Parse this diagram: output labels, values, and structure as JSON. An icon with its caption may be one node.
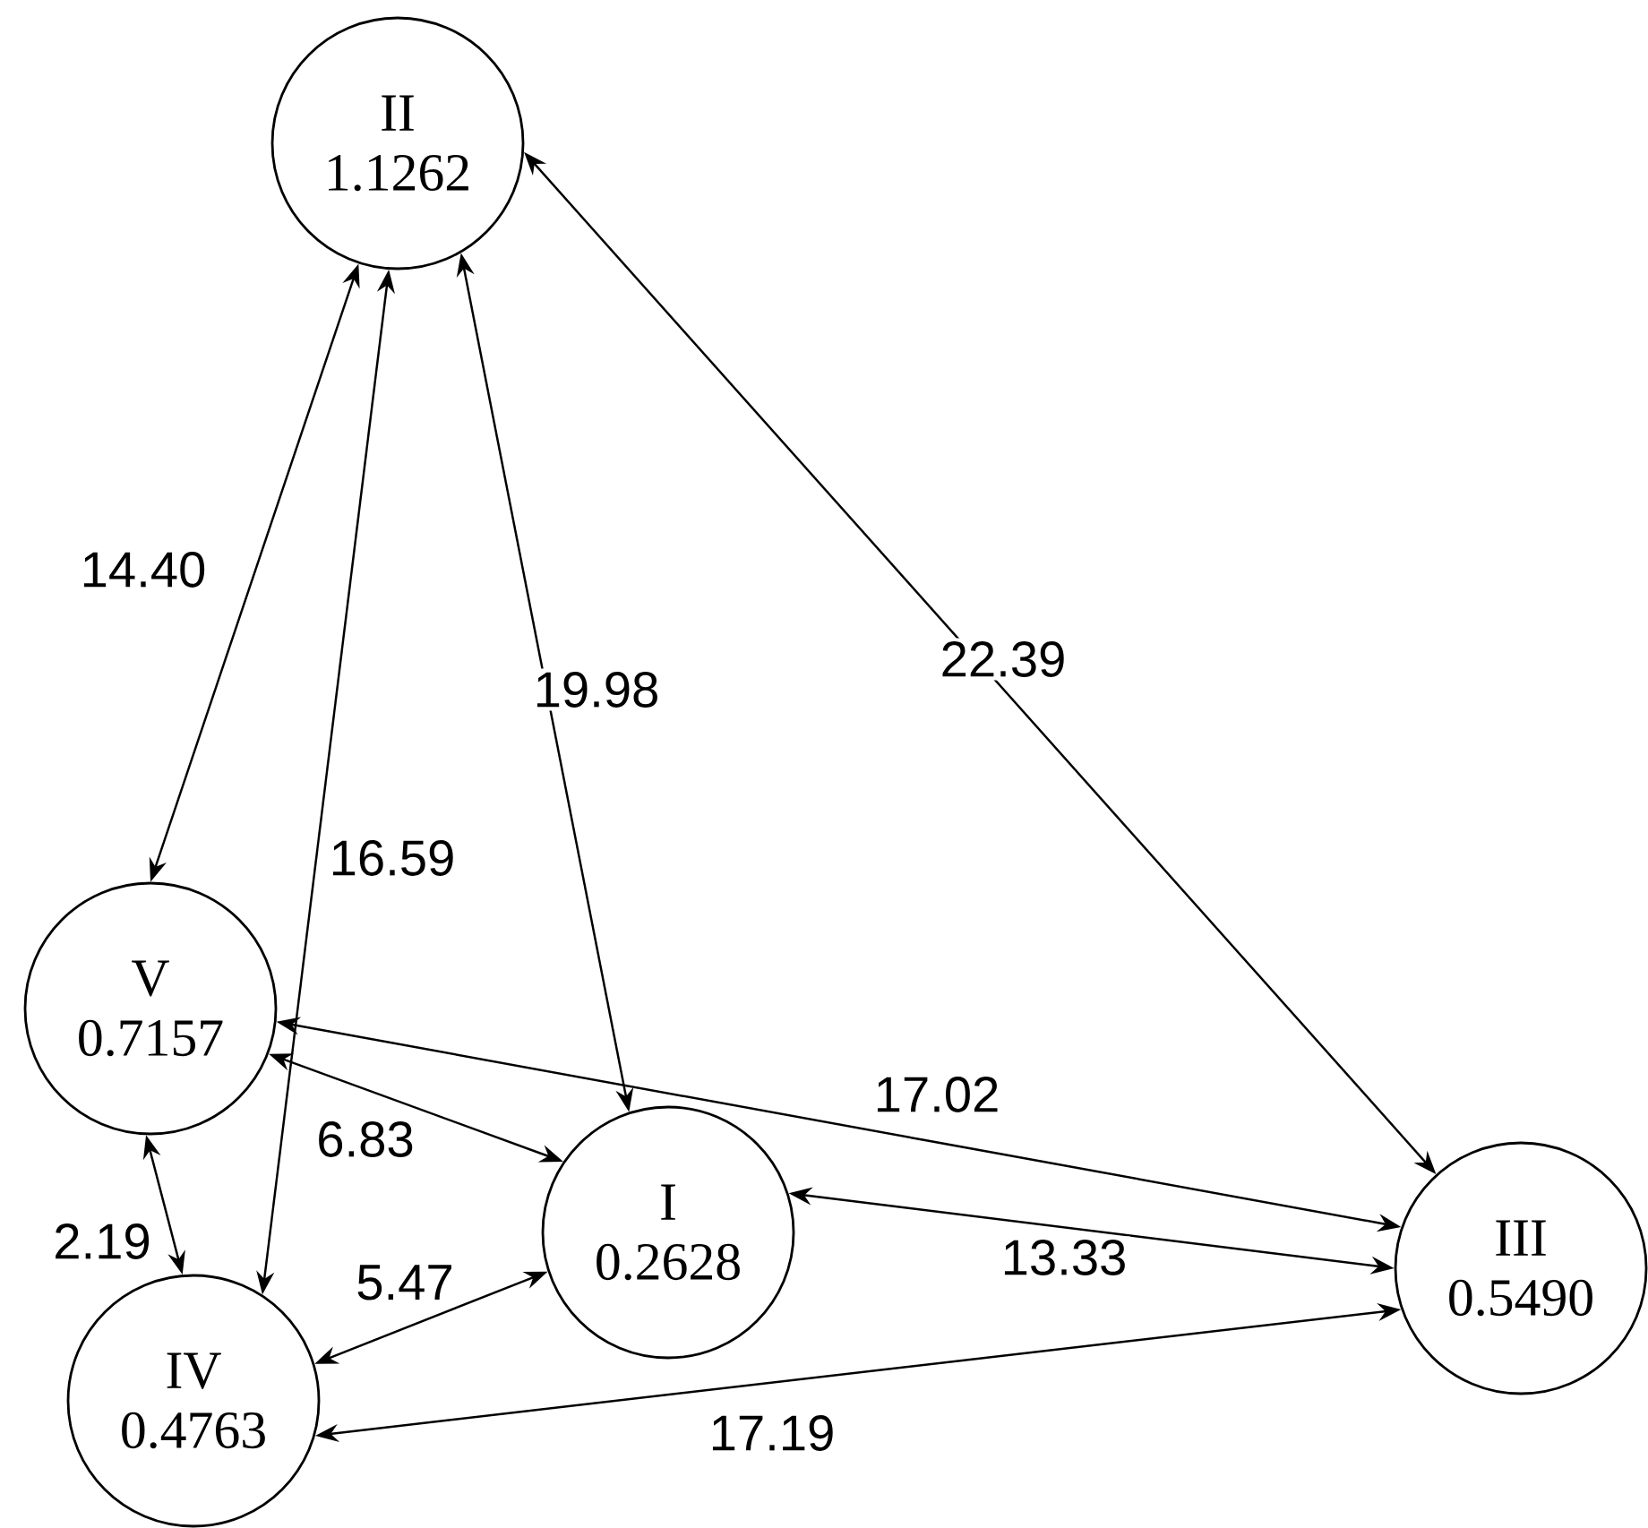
{
  "diagram": {
    "nodes": [
      {
        "text": [
          "II",
          "1.1262"
        ]
      },
      {
        "text": [
          "V",
          "0.7157"
        ]
      },
      {
        "text": [
          "I",
          "0.2628"
        ]
      },
      {
        "text": [
          "IV",
          "0.4763"
        ]
      },
      {
        "text": [
          "III",
          "0.5490"
        ]
      }
    ],
    "edges": [
      {
        "from": 0,
        "to": 1,
        "arrow": "both",
        "label": "14.40"
      },
      {
        "from": 0,
        "to": 3,
        "arrow": "both",
        "label": "16.59"
      },
      {
        "from": 0,
        "to": 2,
        "arrow": "both",
        "label": "19.98"
      },
      {
        "from": 0,
        "to": 4,
        "arrow": "both",
        "label": "22.39"
      },
      {
        "from": 1,
        "to": 4,
        "arrow": "both",
        "label": "17.02"
      },
      {
        "from": 1,
        "to": 2,
        "arrow": "both",
        "label": "6.83"
      },
      {
        "from": 1,
        "to": 3,
        "arrow": "both",
        "label": "2.19"
      },
      {
        "from": 3,
        "to": 2,
        "arrow": "both",
        "label": "5.47"
      },
      {
        "from": 2,
        "to": 4,
        "arrow": "both",
        "label": "13.33"
      },
      {
        "from": 3,
        "to": 4,
        "arrow": "both",
        "label": "17.19"
      }
    ]
  }
}
